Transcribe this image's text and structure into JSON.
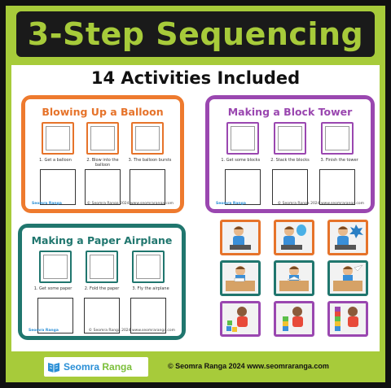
{
  "title": "3-Step Sequencing",
  "subtitle": "14 Activities Included",
  "cards": [
    {
      "title": "Blowing Up a Balloon",
      "labels": [
        "1. Get a balloon",
        "2. Blow into the balloon",
        "3. The balloon bursts"
      ],
      "footer_left": "Seomra Ranga",
      "footer_right": "© Seomra Ranga 2024 www.seomraranga.com"
    },
    {
      "title": "Making a Block Tower",
      "labels": [
        "1. Get some blocks",
        "2. Stack the blocks",
        "3. Finish the tower"
      ],
      "footer_left": "Seomra Ranga",
      "footer_right": "© Seomra Ranga 2024 www.seomraranga.com"
    },
    {
      "title": "Making a Paper Airplane",
      "labels": [
        "1. Get some paper",
        "2. Fold the paper",
        "3. Fly the airplane"
      ],
      "footer_left": "Seomra Ranga",
      "footer_right": "© Seomra Ranga 2024 www.seomraranga.com"
    }
  ],
  "brand": {
    "name_part1": "Seomra",
    "name_part2": "Ranga"
  },
  "copyright": "© Seomra Ranga 2024 www.seomraranga.com",
  "colors": {
    "background": "#a7cb3a",
    "title_bar": "#1a1a1a",
    "orange": "#e6732a",
    "purple": "#9a47b0",
    "teal": "#20766e"
  }
}
